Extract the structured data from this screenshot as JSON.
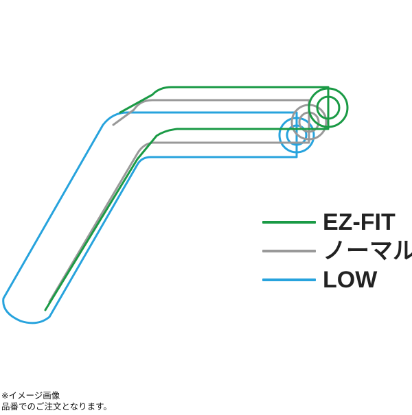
{
  "colors": {
    "ez_fit": "#1a9a45",
    "normal": "#999999",
    "low": "#27a3dd",
    "label": "#222222"
  },
  "legend": {
    "items": [
      {
        "key": "ez_fit",
        "label": "EZ-FIT"
      },
      {
        "key": "normal",
        "label": "ノーマル"
      },
      {
        "key": "low",
        "label": "LOW"
      }
    ]
  },
  "notes": {
    "line1": "※イメージ画像",
    "line2": "品番でのご注文となります。"
  }
}
